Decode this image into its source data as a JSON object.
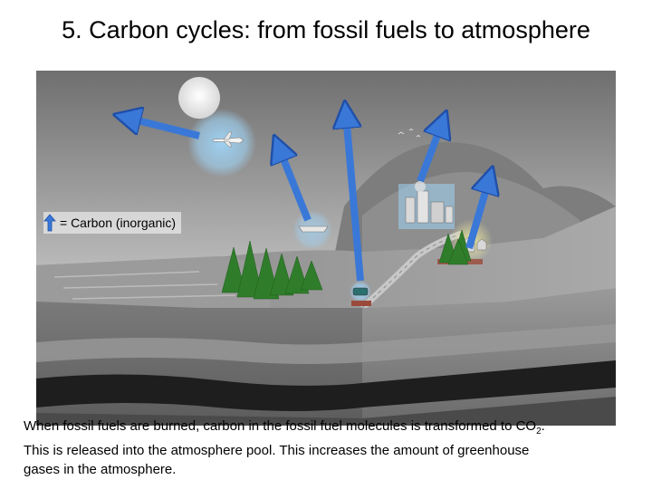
{
  "slide": {
    "title": "5. Carbon cycles: from fossil fuels to atmosphere",
    "legend": {
      "label": "= Carbon (inorganic)",
      "icon": "blue-arrow-icon",
      "color": "#3a78d8"
    },
    "caption": {
      "line1_before_sub": "When fossil fuels are burned, carbon in the fossil fuel molecules is transformed to CO",
      "line1_sub": "2",
      "line1_after_sub": ".",
      "line2": "This is released into the atmosphere pool. This increases the amount of greenhouse",
      "line3": "gases in the atmosphere."
    },
    "colors": {
      "arrow": "#3a78d8",
      "arrow_edge": "#1f4fa8",
      "glow": "#9fd3f5",
      "tree": "#2f7d2a"
    }
  }
}
